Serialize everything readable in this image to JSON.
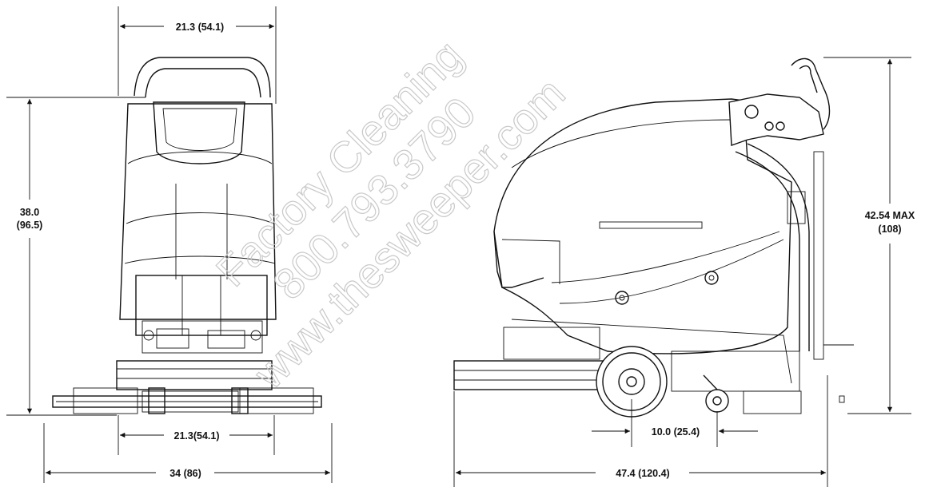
{
  "dimensions": {
    "top_width": "21.3 (54.1)",
    "height_left_line1": "38.0",
    "height_left_line2": "(96.5)",
    "bottom_inner_width": "21.3(54.1)",
    "overall_width": "34 (86)",
    "wheel_offset": "10.0 (25.4)",
    "overall_length": "47.4 (120.4)",
    "height_right_line1": "42.54 MAX",
    "height_right_line2": "(108)"
  },
  "watermark": {
    "line1": "Factory Cleaning",
    "line2": "800.793.3790",
    "line3": "www.thesweeper.com"
  }
}
